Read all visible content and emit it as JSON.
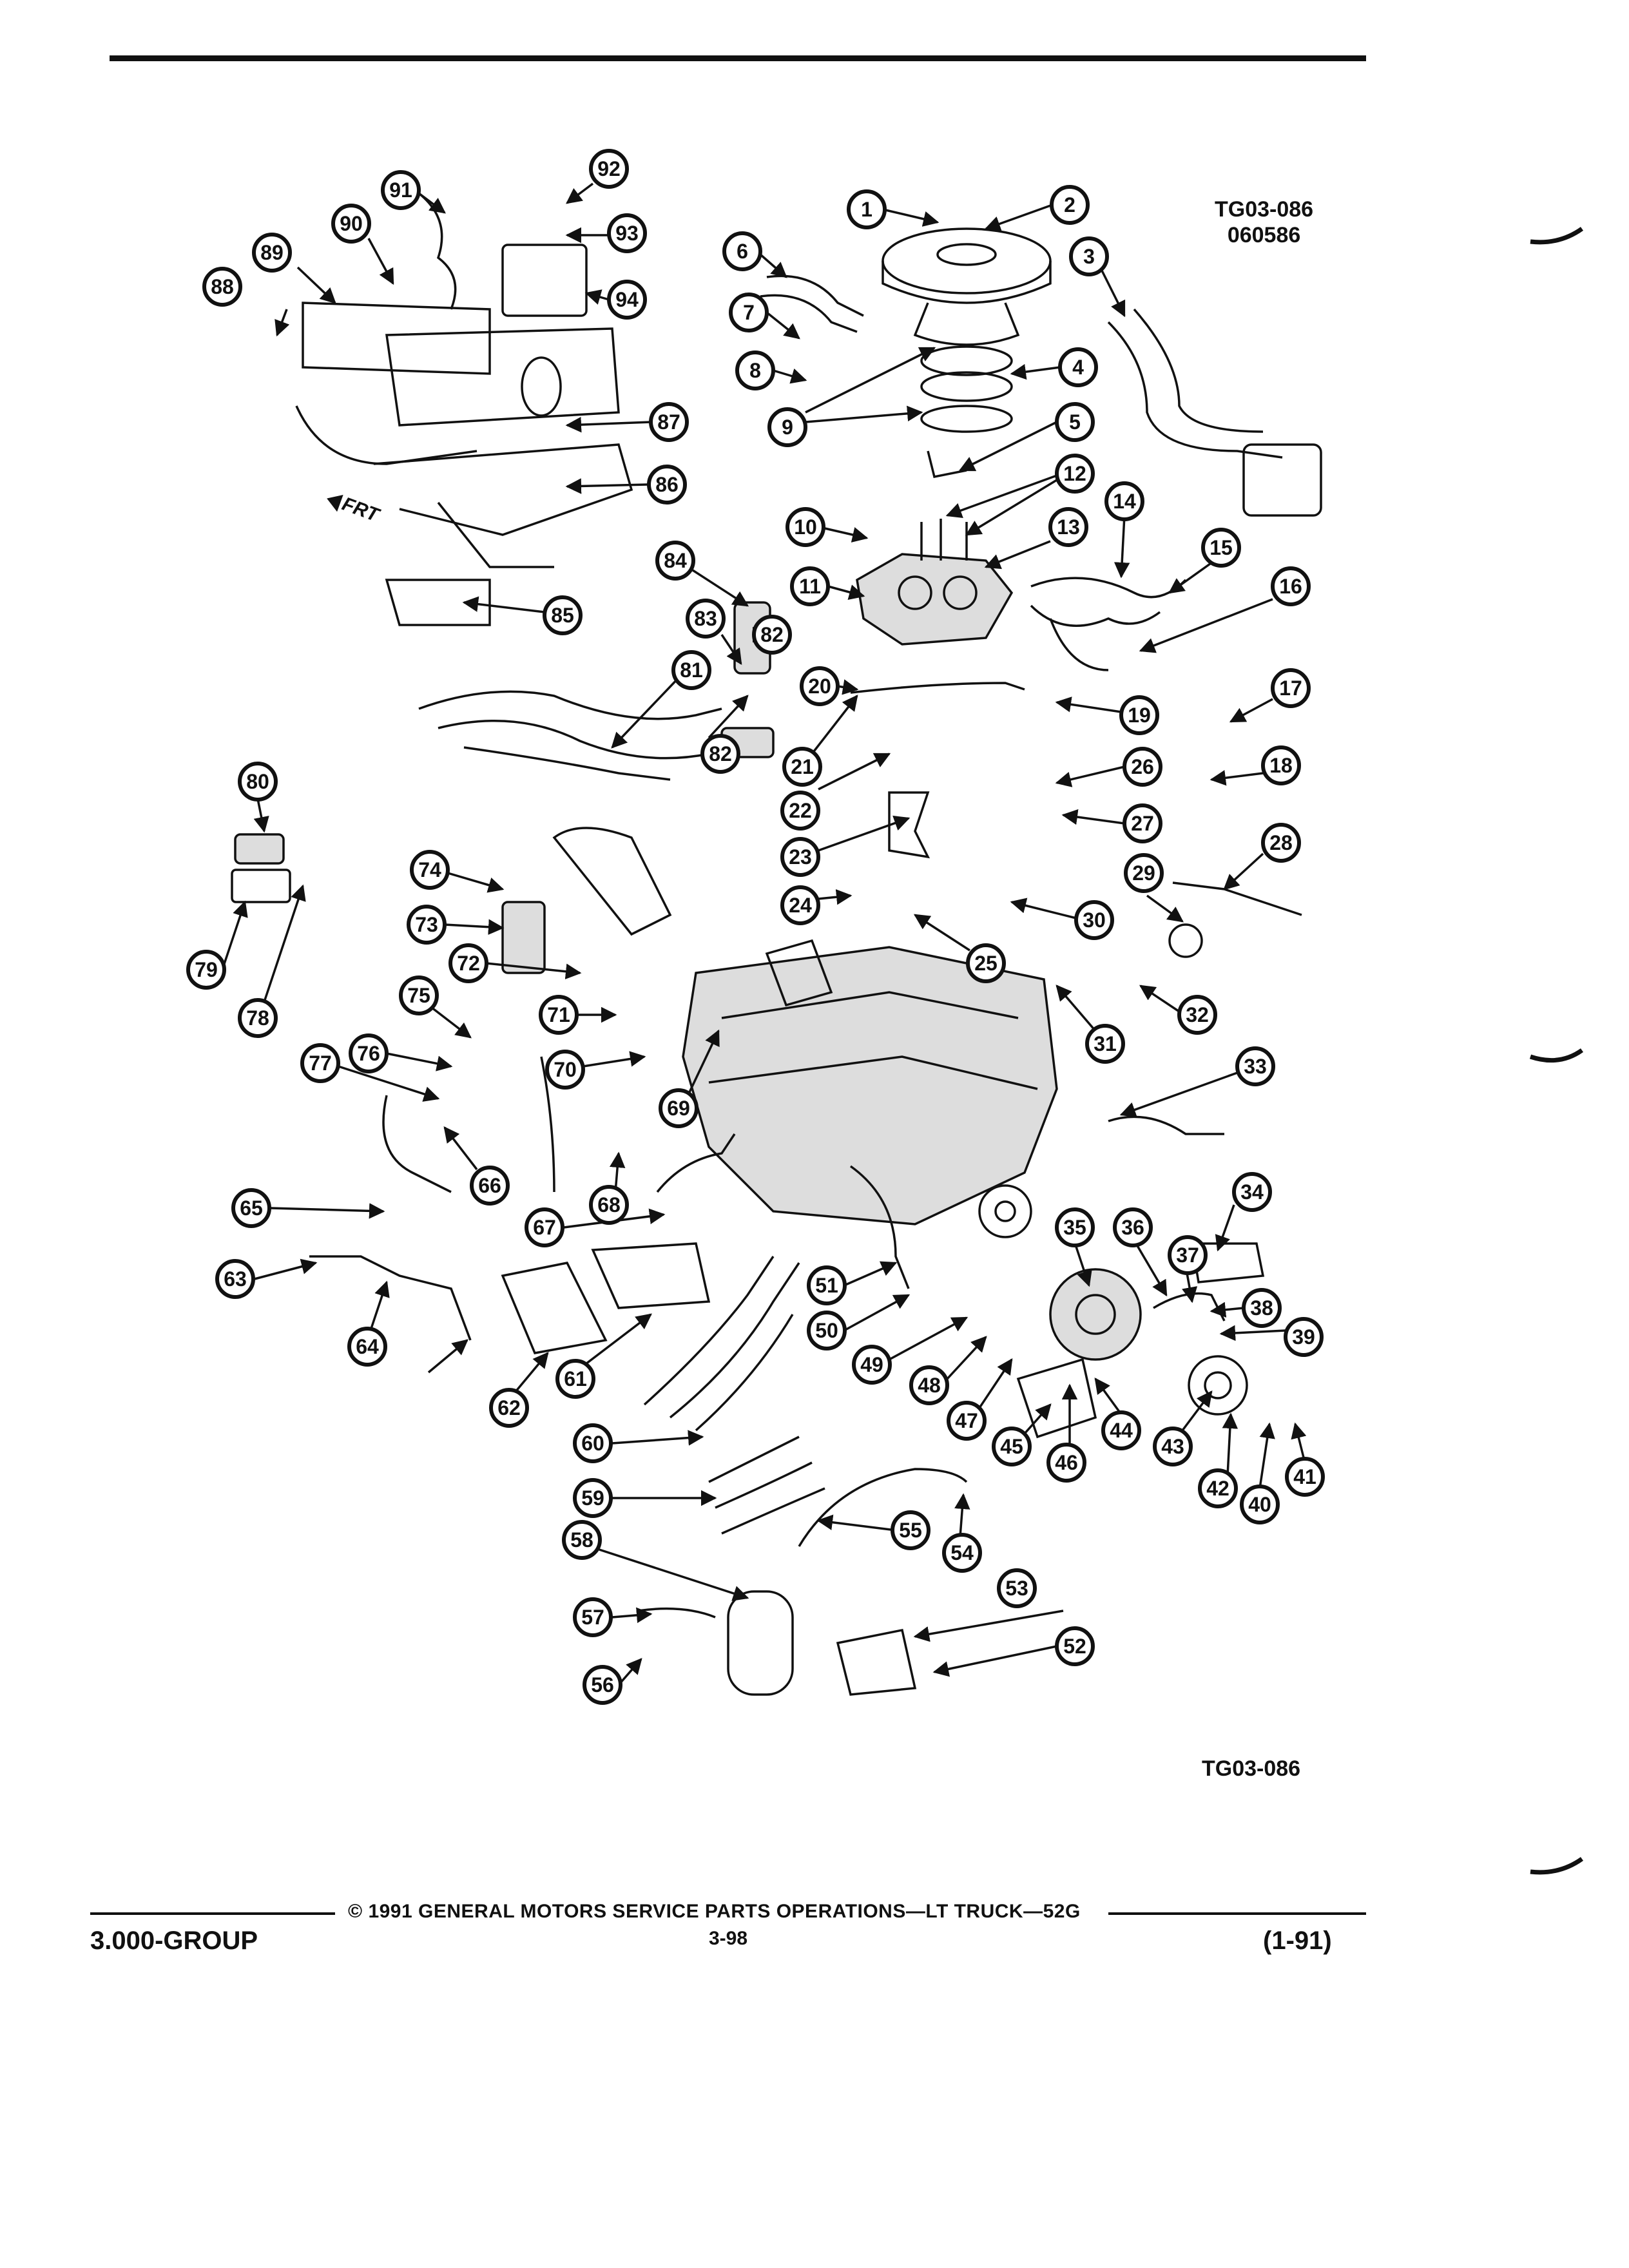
{
  "header": {
    "ref_code_top": "TG03-086",
    "date_code": "060586"
  },
  "diagram": {
    "ref_code_bottom": "TG03-086",
    "front_indicator": "FRT",
    "callouts": [
      "1",
      "2",
      "3",
      "4",
      "5",
      "6",
      "7",
      "8",
      "9",
      "10",
      "11",
      "12",
      "13",
      "14",
      "15",
      "16",
      "17",
      "18",
      "19",
      "20",
      "21",
      "22",
      "23",
      "24",
      "25",
      "26",
      "27",
      "28",
      "29",
      "30",
      "31",
      "32",
      "33",
      "34",
      "35",
      "36",
      "37",
      "38",
      "39",
      "40",
      "41",
      "42",
      "43",
      "44",
      "45",
      "46",
      "47",
      "48",
      "49",
      "50",
      "51",
      "52",
      "53",
      "54",
      "55",
      "56",
      "57",
      "58",
      "59",
      "60",
      "61",
      "62",
      "63",
      "64",
      "65",
      "66",
      "67",
      "68",
      "69",
      "70",
      "71",
      "72",
      "73",
      "74",
      "75",
      "76",
      "77",
      "78",
      "79",
      "80",
      "81",
      "82",
      "83",
      "84",
      "85",
      "86",
      "87",
      "88",
      "89",
      "90",
      "91",
      "92",
      "93",
      "94"
    ]
  },
  "footer": {
    "group": "3.000-GROUP",
    "copyright": "© 1991 GENERAL MOTORS SERVICE PARTS OPERATIONS—LT TRUCK—52G",
    "page": "3-98",
    "revision": "(1-91)"
  }
}
